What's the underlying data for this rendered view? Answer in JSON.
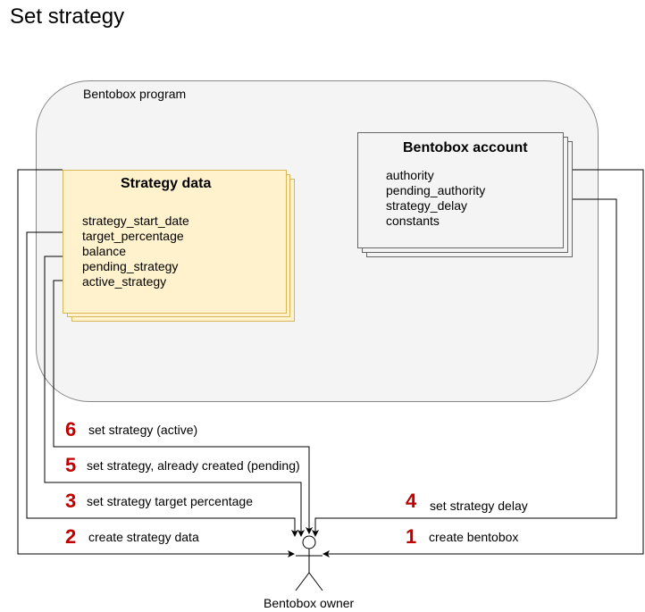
{
  "title": "Set strategy",
  "program": {
    "label": "Bentobox program"
  },
  "strategy_card": {
    "title": "Strategy data",
    "fields": [
      "strategy_start_date",
      "target_percentage",
      "balance",
      "pending_strategy",
      "active_strategy"
    ]
  },
  "bentobox_card": {
    "title": "Bentobox account",
    "fields": [
      "authority",
      "pending_authority",
      "strategy_delay",
      "constants"
    ]
  },
  "steps": [
    {
      "num": "6",
      "label": "set strategy (active)"
    },
    {
      "num": "5",
      "label": "set strategy, already created (pending)"
    },
    {
      "num": "3",
      "label": "set strategy target percentage"
    },
    {
      "num": "2",
      "label": "create strategy data"
    },
    {
      "num": "4",
      "label": "set strategy delay"
    },
    {
      "num": "1",
      "label": "create bentobox"
    }
  ],
  "actor": {
    "label": "Bentobox owner"
  },
  "colors": {
    "step_number": "#c00000",
    "strategy_fill": "#fff2cc",
    "strategy_border": "#d6b656",
    "program_fill": "#f4f4f4"
  }
}
